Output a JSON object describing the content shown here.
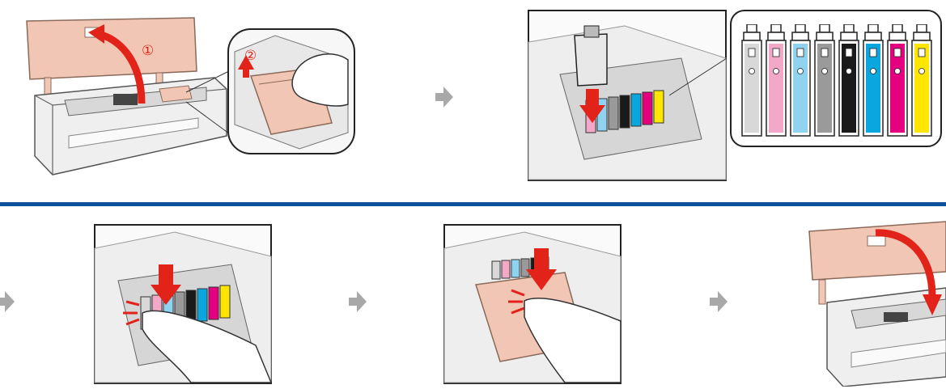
{
  "steps": {
    "lift_scanner": "①",
    "open_cover": "②"
  },
  "cartridges": [
    {
      "color": "light-gray",
      "hex": "#d8d8d8"
    },
    {
      "color": "light-magenta",
      "hex": "#f2a8c6"
    },
    {
      "color": "light-cyan",
      "hex": "#8fd3f0"
    },
    {
      "color": "gray",
      "hex": "#9a9a9a"
    },
    {
      "color": "black",
      "hex": "#1a1a1a"
    },
    {
      "color": "cyan",
      "hex": "#0aa6e0"
    },
    {
      "color": "magenta",
      "hex": "#e4007f"
    },
    {
      "color": "yellow",
      "hex": "#ffe600"
    }
  ],
  "colors": {
    "cover": "#f2c6b4",
    "cover_stroke": "#8a6a5a",
    "action_arrow": "#e2231a",
    "divider": "#0d4f9a",
    "flow_arrow": "#a8a8a8",
    "frame": "#222222"
  },
  "icons": [
    "flow-arrow-icon",
    "down-arrow-icon",
    "curved-arrow-icon",
    "click-mark-icon",
    "hand-icon"
  ]
}
